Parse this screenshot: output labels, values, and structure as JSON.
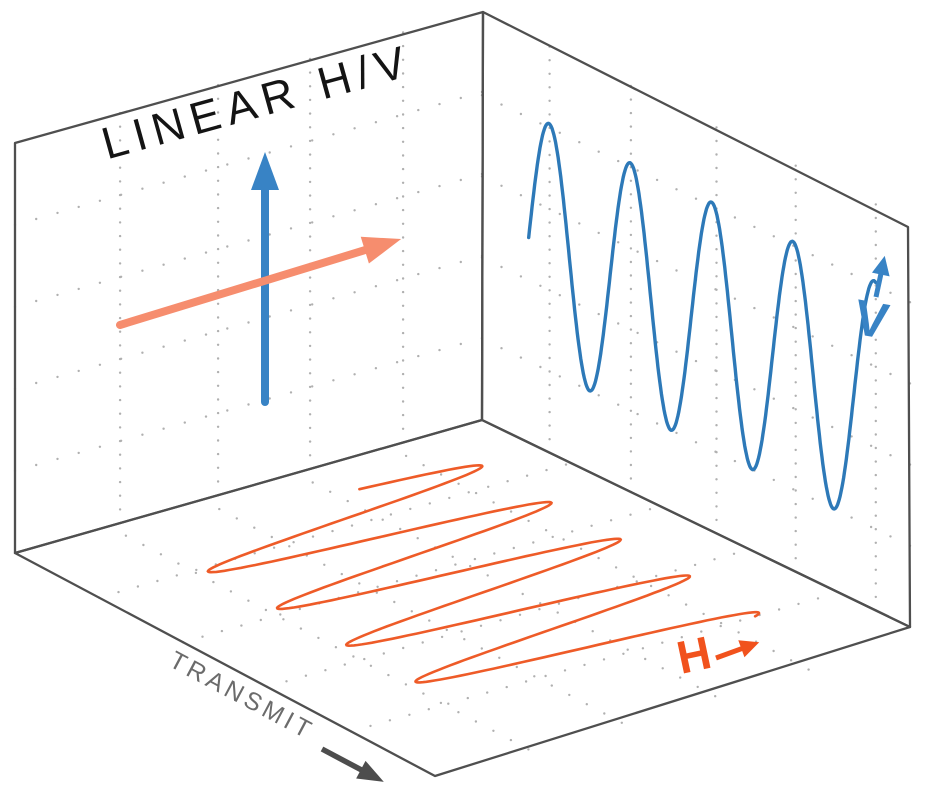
{
  "diagram": {
    "title": "LINEAR H/V",
    "labels": {
      "transmit": "TRANSMIT",
      "vertical_polarization": "V",
      "horizontal_polarization": "H"
    },
    "colors": {
      "blue": "#3883c5",
      "blue_wave": "#2d79b8",
      "orange": "#f1521d",
      "orange_wave": "#ee5b28",
      "salmon": "#f68d6e",
      "edge": "#4f4f4f",
      "grid_dot": "#b0b0b0",
      "title_text": "#141414",
      "transmit_text": "#6b6b6b",
      "transmit_arrow": "#4d4d4d"
    },
    "waves": [
      {
        "name": "v-wave",
        "surface": "rw",
        "along": "u",
        "from": 0.109,
        "to": 0.92,
        "mid": 0.505,
        "amp": 0.305,
        "cycles": 4.27,
        "phase": 0,
        "color": "#2d79b8",
        "width": 3.4
      },
      {
        "name": "h-wave",
        "surface": "fl",
        "along": "v",
        "from": 0.1,
        "to": 0.8,
        "mid": 0.55,
        "amp": 0.33,
        "cycles": 4.25,
        "phase": 0.3,
        "color": "#ee5b28",
        "width": 2.6
      }
    ]
  }
}
